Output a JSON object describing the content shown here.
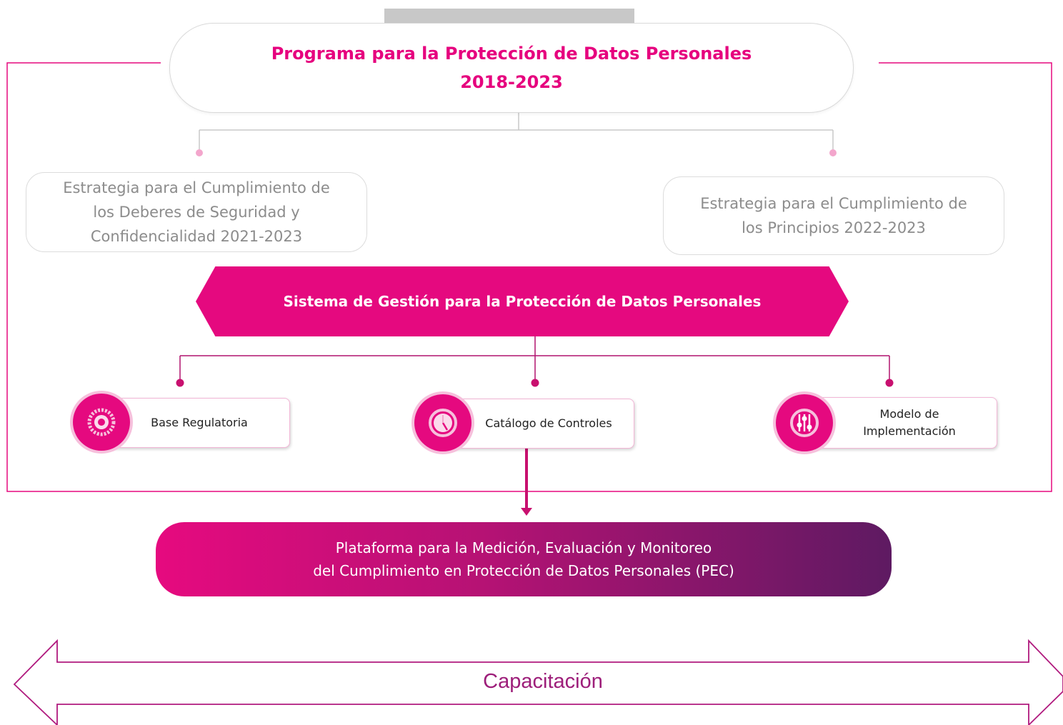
{
  "program": {
    "title_line1": "Programa para la Protección de Datos Personales",
    "title_line2": "2018-2023"
  },
  "strategies": {
    "left": {
      "line1": "Estrategia para el Cumplimiento de",
      "line2": "los Deberes de Seguridad y",
      "line3": "Confidencialidad 2021-2023"
    },
    "right": {
      "line1": "Estrategia para el Cumplimiento de",
      "line2": "los Principios 2022-2023"
    }
  },
  "system": {
    "label": "Sistema de Gestión para la Protección de Datos Personales"
  },
  "components": {
    "base": {
      "label": "Base Regulatoria",
      "icon": "gauge-icon"
    },
    "catalogo": {
      "label": "Catálogo de Controles",
      "icon": "compass-icon"
    },
    "modelo": {
      "line1": "Modelo de",
      "line2": "Implementación",
      "icon": "sliders-icon"
    }
  },
  "platform": {
    "line1": "Plataforma para la Medición, Evaluación y Monitoreo",
    "line2": "del Cumplimiento en Protección de Datos Personales (PEC)"
  },
  "training": {
    "label": "Capacitación"
  },
  "colors": {
    "magenta": "#e5097f",
    "purple": "#5e1a62",
    "grey_text": "#8c8c8c",
    "arrow_stroke": "#b01a7e"
  }
}
